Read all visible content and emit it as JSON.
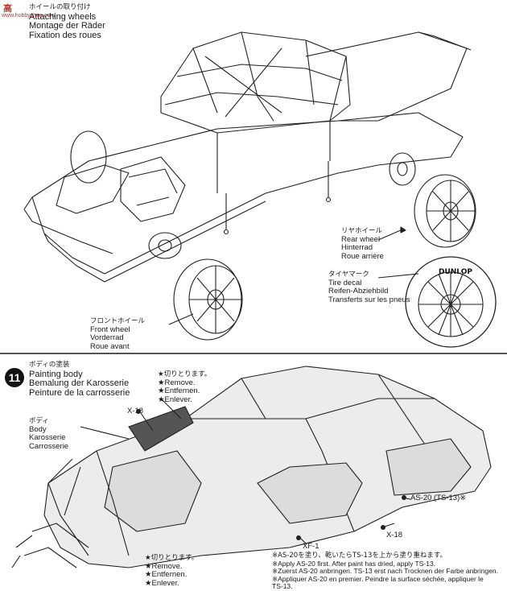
{
  "watermark": {
    "logo": "高",
    "url": "www.hobbyshop.com"
  },
  "step10": {
    "title_jp": "ホイールの取り付け",
    "title_en": "Attaching wheels",
    "title_de": "Montage der Räder",
    "title_fr": "Fixation des roues",
    "rear_wheel": {
      "jp": "リヤホイール",
      "en": "Rear wheel",
      "de": "Hinterrad",
      "fr": "Roue arrière"
    },
    "tire_decal": {
      "jp": "タイヤマーク",
      "en": "Tire decal",
      "de": "Reifen-Abziehbild",
      "fr": "Transferts sur les pneus"
    },
    "tire_brand": "DUNLOP",
    "front_wheel": {
      "jp": "フロントホイール",
      "en": "Front wheel",
      "de": "Vorderrad",
      "fr": "Roue avant"
    }
  },
  "step11": {
    "number": "11",
    "title_jp": "ボディの塗装",
    "title_en": "Painting body",
    "title_de": "Bemalung der Karosserie",
    "title_fr": "Peinture de la carrosserie",
    "remove_top": {
      "jp": "★切りとります。",
      "en": "★Remove.",
      "de": "★Entfernen.",
      "fr": "★Enlever."
    },
    "body": {
      "jp": "ボディ",
      "en": "Body",
      "de": "Karosserie",
      "fr": "Carrosserie"
    },
    "x18_a": "X-18",
    "x18_b": "X-18",
    "xf1": "XF-1",
    "as20": "AS-20 (TS-13)※",
    "remove_bottom": {
      "jp": "★切りとります。",
      "en": "★Remove.",
      "de": "★Entfernen.",
      "fr": "★Enlever."
    },
    "notes": [
      "※AS-20を塗り、乾いたらTS-13を上から塗り重ねます。",
      "※Apply AS-20 first. After paint has dried, apply TS-13.",
      "※Zuerst AS-20 anbringen. TS-13 erst nach Trocknen der Farbe anbringen.",
      "※Appliquer AS-20 en premier. Peindre la surface séchée, appliquer le",
      "TS-13."
    ]
  }
}
